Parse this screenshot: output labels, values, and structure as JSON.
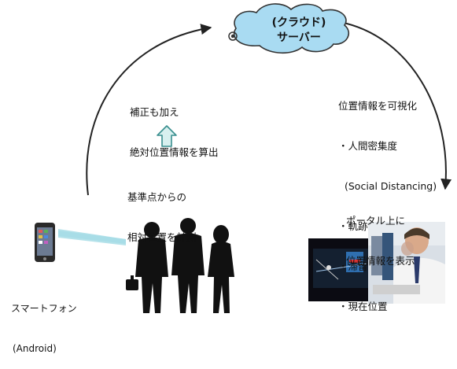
{
  "cloud": {
    "line1": "(クラウド)",
    "line2": "サーバー"
  },
  "left_text": {
    "correction_line1": "補正も加え",
    "correction_line2": "絶対位置情報を算出",
    "measure_line1": "基準点からの",
    "measure_line2": "相対位置を計測"
  },
  "right_text": {
    "heading": "位置情報を可視化",
    "items": [
      "・人間密集度",
      "(Social Distancing)",
      "・軌跡",
      "・滞留",
      "・現在位置"
    ]
  },
  "portal": {
    "line1": "ポータル上に",
    "line2": "位置情報を表示"
  },
  "smartphone": {
    "line1": "スマートフォン",
    "line2": "(Android)"
  },
  "colors": {
    "cloud_fill": "#a9dbf2",
    "cloud_stroke": "#333333",
    "up_arrow_fill": "#d8f0ef",
    "up_arrow_stroke": "#3a8f8f",
    "beam": "#a8dde6",
    "arrow_line": "#222222",
    "silhouette": "#111111"
  }
}
